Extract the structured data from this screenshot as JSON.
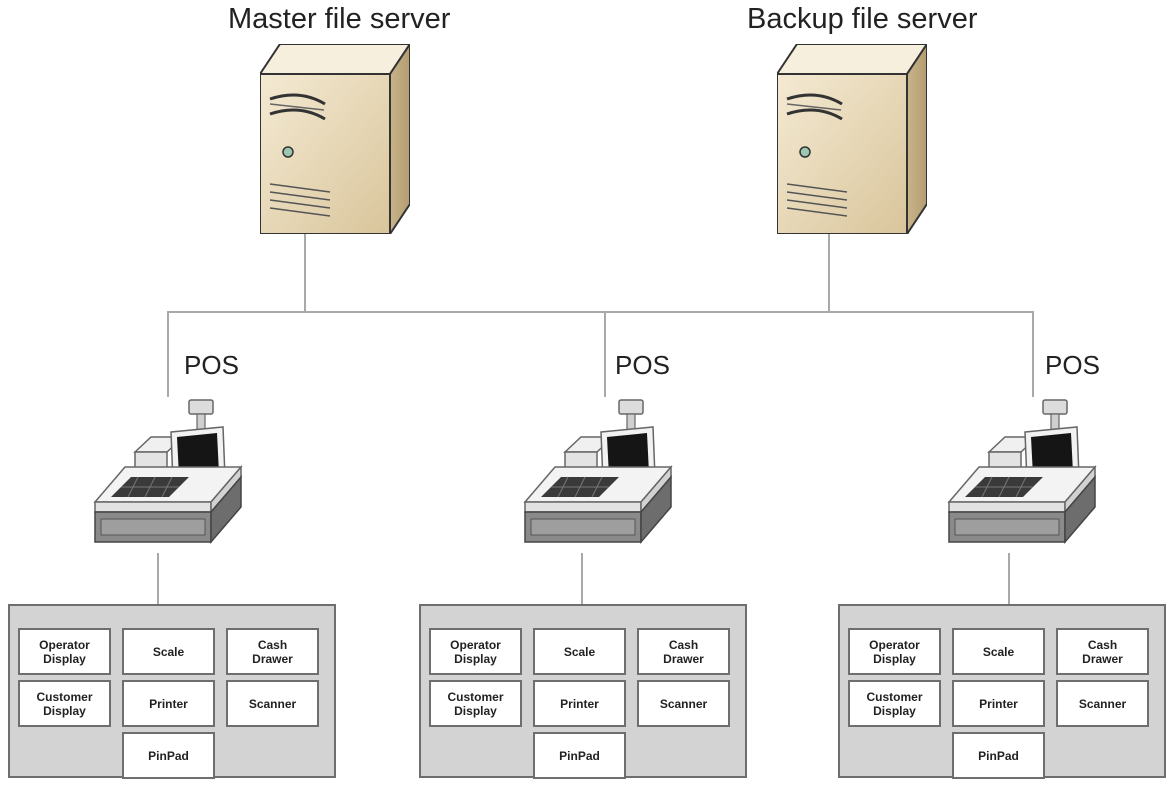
{
  "servers": [
    {
      "label": "Master file server",
      "icon": "server-tower-icon"
    },
    {
      "label": "Backup file server",
      "icon": "server-tower-icon"
    }
  ],
  "terminals": [
    {
      "label": "POS",
      "icon": "cash-register-icon",
      "devices": [
        "Operator\nDisplay",
        "Scale",
        "Cash\nDrawer",
        "Customer\nDisplay",
        "Printer",
        "Scanner",
        "PinPad"
      ]
    },
    {
      "label": "POS",
      "icon": "cash-register-icon",
      "devices": [
        "Operator\nDisplay",
        "Scale",
        "Cash\nDrawer",
        "Customer\nDisplay",
        "Printer",
        "Scanner",
        "PinPad"
      ]
    },
    {
      "label": "POS",
      "icon": "cash-register-icon",
      "devices": [
        "Operator\nDisplay",
        "Scale",
        "Cash\nDrawer",
        "Customer\nDisplay",
        "Printer",
        "Scanner",
        "PinPad"
      ]
    }
  ],
  "colors": {
    "connector": "#a9a9a9",
    "panel_fill": "#d3d3d3",
    "panel_border": "#6e6e6e",
    "server_body": "#e8d9b8"
  }
}
